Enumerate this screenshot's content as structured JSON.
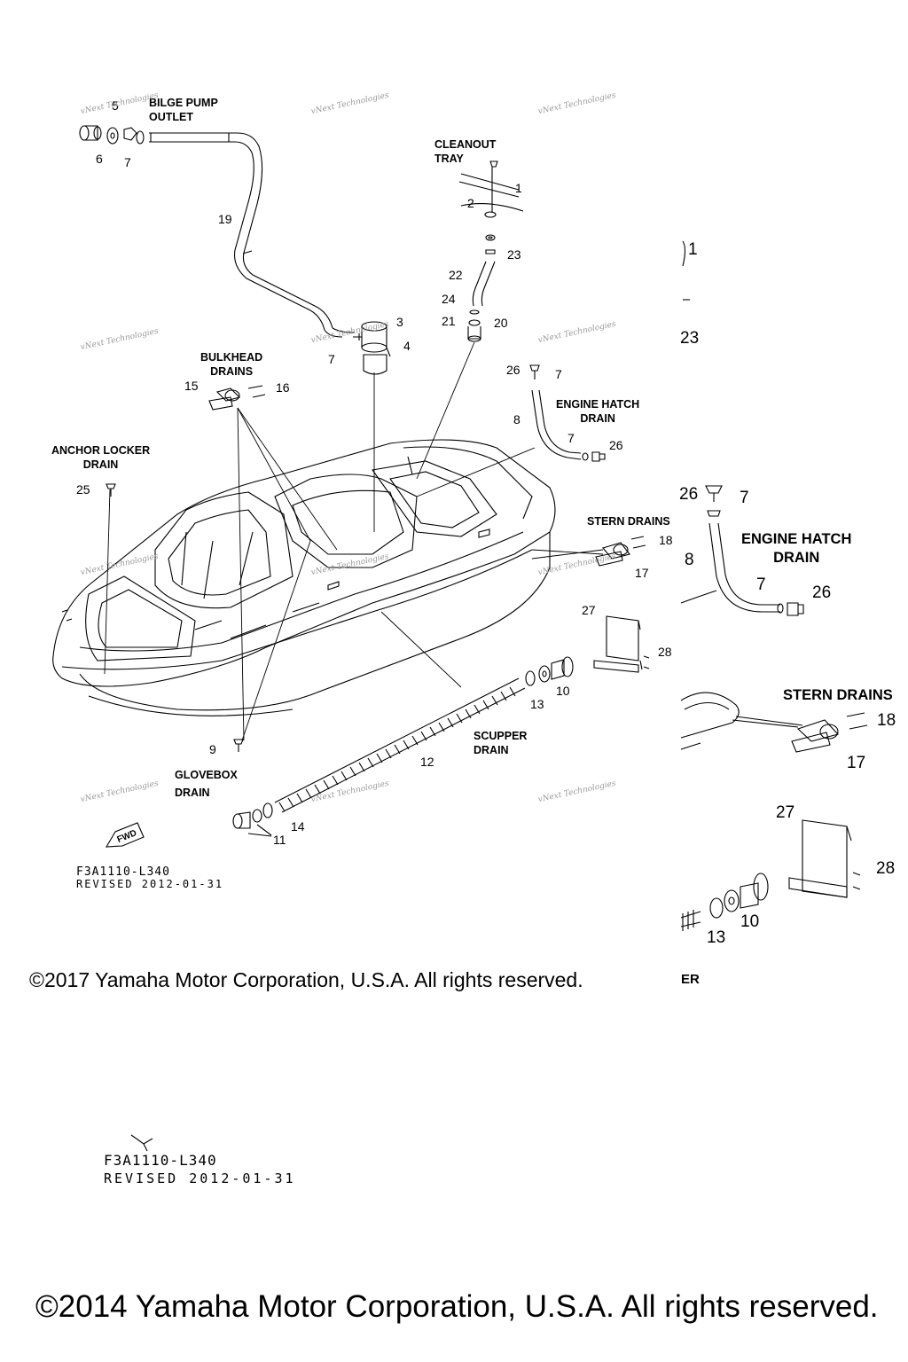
{
  "labels": {
    "bilge_pump_outlet": "BILGE PUMP\nOUTLET",
    "cleanout_tray": "CLEANOUT\nTRAY",
    "bulkhead_drains": "BULKHEAD\nDRAINS",
    "engine_hatch_drain": "ENGINE HATCH\nDRAIN",
    "anchor_locker_drain": "ANCHOR LOCKER\nDRAIN",
    "stern_drains": "STERN DRAINS",
    "scupper_drain": "SCUPPER\nDRAIN",
    "glovebox_drain": "GLOVEBOX\nDRAIN",
    "fwd": "FWD"
  },
  "zoom": {
    "engine_hatch_drain": "ENGINE HATCH\nDRAIN",
    "stern_drains": "STERN DRAINS",
    "partial_text": "ER",
    "clipped_numbers": [
      "1",
      "23",
      "26"
    ]
  },
  "callouts": [
    "1",
    "2",
    "3",
    "4",
    "5",
    "6",
    "7",
    "8",
    "9",
    "10",
    "11",
    "12",
    "13",
    "14",
    "15",
    "16",
    "17",
    "18",
    "19",
    "20",
    "21",
    "22",
    "23",
    "24",
    "25",
    "26",
    "27",
    "28"
  ],
  "revision": {
    "code": "F3A1110-L340",
    "date": "REVISED 2012-01-31"
  },
  "copyright_top": "©2017 Yamaha Motor Corporation, U.S.A. All rights reserved.",
  "copyright_bottom": "©2014 Yamaha Motor Corporation, U.S.A. All rights reserved.",
  "watermark": "vNext Technologies"
}
